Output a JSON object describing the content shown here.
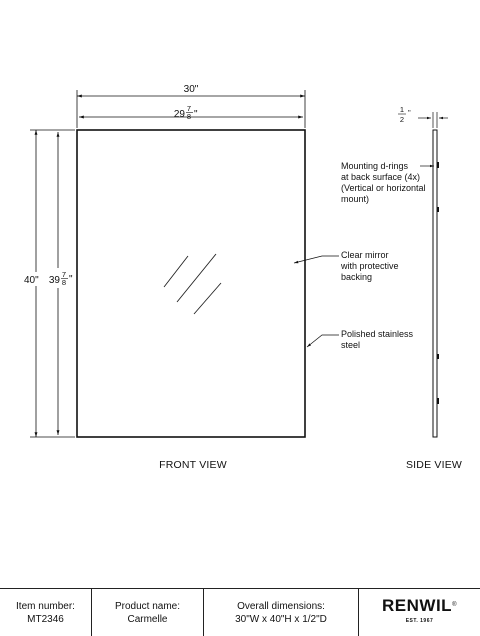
{
  "dimensions": {
    "width_outer": "30\"",
    "width_inner_whole": "29",
    "width_inner_num": "7",
    "width_inner_den": "8",
    "height_outer": "40\"",
    "height_inner_whole": "39",
    "height_inner_num": "7",
    "height_inner_den": "8",
    "depth_num": "1",
    "depth_den": "2"
  },
  "callouts": {
    "mounting": [
      "Mounting d-rings",
      "at back surface (4x)",
      "(Vertical or horizontal",
      "mount)"
    ],
    "mirror": [
      "Clear  mirror",
      "with protective",
      "backing"
    ],
    "steel": [
      "Polished stainless",
      " steel"
    ]
  },
  "views": {
    "front": "FRONT VIEW",
    "side": "SIDE VIEW"
  },
  "titleblock": {
    "item_label": "Item number:",
    "item_value": "MT2346",
    "product_label": "Product name:",
    "product_value": "Carmelle",
    "overall_label": "Overall dimensions:",
    "overall_value": "30\"W x 40\"H x 1/2\"D",
    "brand": "RENWIL",
    "brand_mark": "®",
    "brand_est": "EST. 1967"
  }
}
